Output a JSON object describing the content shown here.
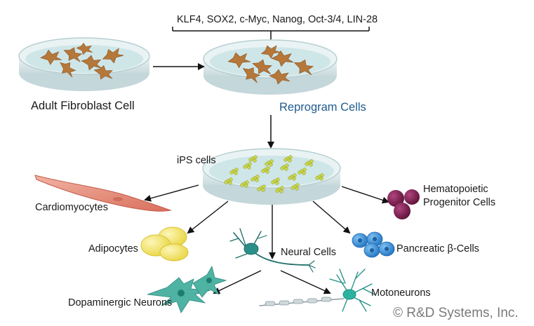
{
  "factors": "KLF4, SOX2, c-Myc, Nanog, Oct-3/4, LIN-28",
  "labels": {
    "adult_fibroblast": "Adult Fibroblast Cell",
    "reprogram": "Reprogram Cells",
    "ips": "iPS cells",
    "cardiomyocytes": "Cardiomyocytes",
    "adipocytes": "Adipocytes",
    "neural": "Neural Cells",
    "pancreatic": "Pancreatic β-Cells",
    "hematopoietic_line1": "Hematopoietic",
    "hematopoietic_line2": "Progenitor Cells",
    "dopaminergic": "Dopaminergic Neurons",
    "motoneurons": "Motoneurons"
  },
  "copyright": "© R&D Systems, Inc.",
  "colors": {
    "fibroblast": "#b5773a",
    "dish_medium": "#cfe6e8",
    "ips_colony": "#c9d64a",
    "cardio": "#e08a78",
    "adipocyte": "#f3e46a",
    "neuron_teal": "#2a8f88",
    "hemato": "#7a1e4e",
    "pancreatic": "#3a8fd6",
    "label_blue": "#1f5b8e"
  }
}
